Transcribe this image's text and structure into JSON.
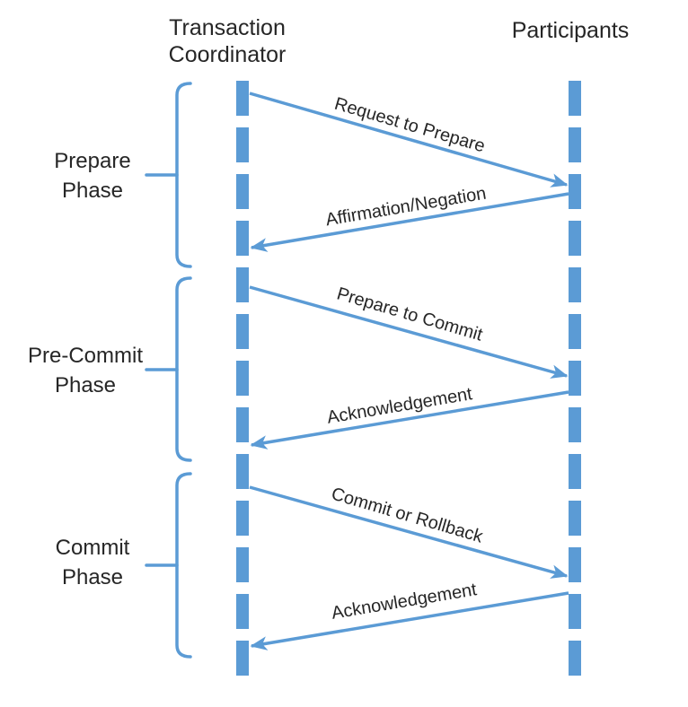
{
  "diagram": {
    "headers": {
      "coordinator": "Transaction Coordinator",
      "participants": "Participants"
    },
    "phases": [
      {
        "label": "Prepare Phase"
      },
      {
        "label": "Pre-Commit Phase"
      },
      {
        "label": "Commit Phase"
      }
    ],
    "messages": [
      {
        "text": "Request to Prepare",
        "from": "Transaction Coordinator",
        "to": "Participants"
      },
      {
        "text": "Affirmation/Negation",
        "from": "Participants",
        "to": "Transaction Coordinator"
      },
      {
        "text": "Prepare to Commit",
        "from": "Transaction Coordinator",
        "to": "Participants"
      },
      {
        "text": "Acknowledgement",
        "from": "Participants",
        "to": "Transaction Coordinator"
      },
      {
        "text": "Commit or Rollback",
        "from": "Transaction Coordinator",
        "to": "Participants"
      },
      {
        "text": "Acknowledgement",
        "from": "Participants",
        "to": "Transaction Coordinator"
      }
    ],
    "colors": {
      "accent": "#5B9BD5",
      "text": "#262626",
      "background": "#FFFFFF"
    }
  }
}
